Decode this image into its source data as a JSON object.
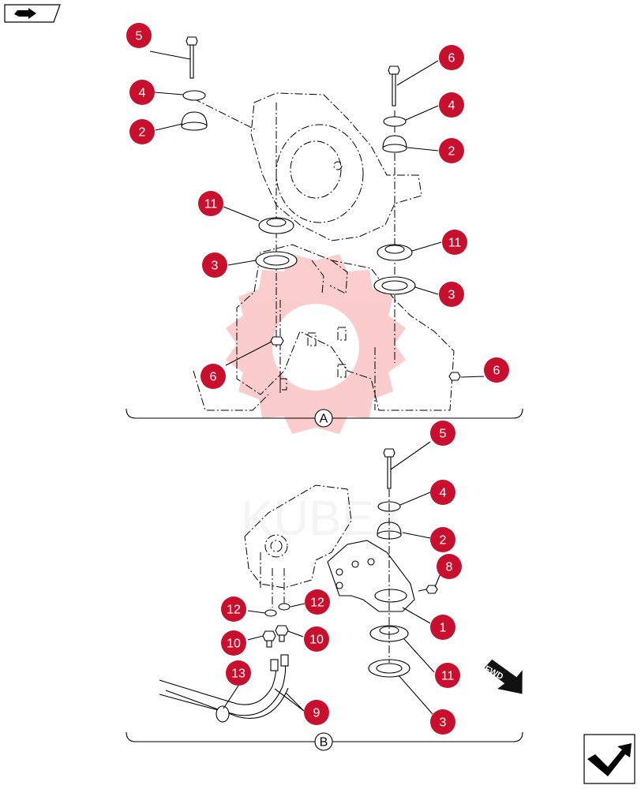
{
  "watermark": {
    "text": "KUBEX",
    "color": "#f24a4a"
  },
  "sections": [
    {
      "id": "A",
      "label": "A"
    },
    {
      "id": "B",
      "label": "B"
    }
  ],
  "callouts": [
    {
      "id": "a5",
      "label": "5"
    },
    {
      "id": "a4l",
      "label": "4"
    },
    {
      "id": "a2l",
      "label": "2"
    },
    {
      "id": "a11l",
      "label": "11"
    },
    {
      "id": "a3l",
      "label": "3"
    },
    {
      "id": "a6l",
      "label": "6"
    },
    {
      "id": "a6r_top",
      "label": "6"
    },
    {
      "id": "a4r",
      "label": "4"
    },
    {
      "id": "a2r",
      "label": "2"
    },
    {
      "id": "a11r",
      "label": "11"
    },
    {
      "id": "a3r",
      "label": "3"
    },
    {
      "id": "a6r",
      "label": "6"
    },
    {
      "id": "b5",
      "label": "5"
    },
    {
      "id": "b4",
      "label": "4"
    },
    {
      "id": "b2",
      "label": "2"
    },
    {
      "id": "b8",
      "label": "8"
    },
    {
      "id": "b1",
      "label": "1"
    },
    {
      "id": "b11",
      "label": "11"
    },
    {
      "id": "b3",
      "label": "3"
    },
    {
      "id": "b12l",
      "label": "12"
    },
    {
      "id": "b12r",
      "label": "12"
    },
    {
      "id": "b10l",
      "label": "10"
    },
    {
      "id": "b10r",
      "label": "10"
    },
    {
      "id": "b13",
      "label": "13"
    },
    {
      "id": "b9",
      "label": "9"
    }
  ],
  "direction": {
    "label": "FWD"
  },
  "icons": {
    "top_nav": "back-arrow-icon",
    "bottom_nav": "next-page-icon"
  },
  "colors": {
    "callout": "#c8102e",
    "line": "#000000"
  }
}
